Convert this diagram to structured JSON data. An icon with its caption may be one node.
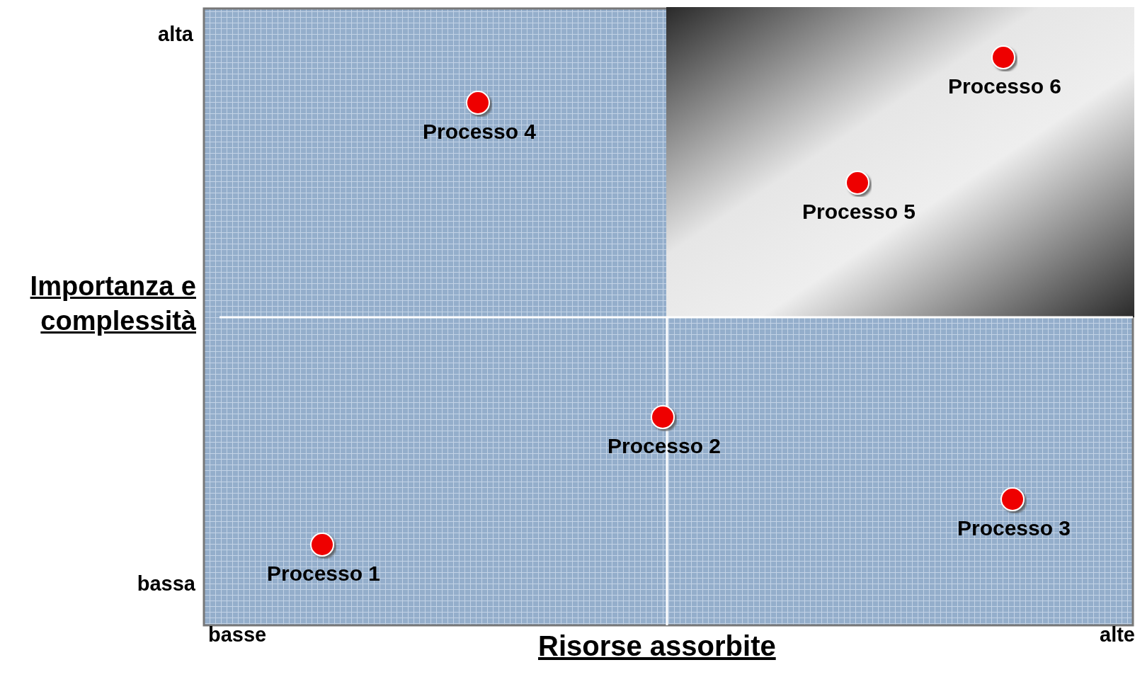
{
  "diagram": {
    "nodes": [
      {
        "text": [
          "Processo 4"
        ]
      },
      {
        "text": [
          "Processo 6"
        ]
      },
      {
        "text": [
          "Processo 5"
        ]
      },
      {
        "text": [
          "Processo 2"
        ]
      },
      {
        "text": [
          "Processo 3"
        ]
      },
      {
        "text": [
          "Processo 1"
        ]
      }
    ],
    "labels": [
      "alta",
      "Importanza e complessità",
      "bassa",
      "basse",
      "alte",
      "Risorse assorbite"
    ]
  }
}
